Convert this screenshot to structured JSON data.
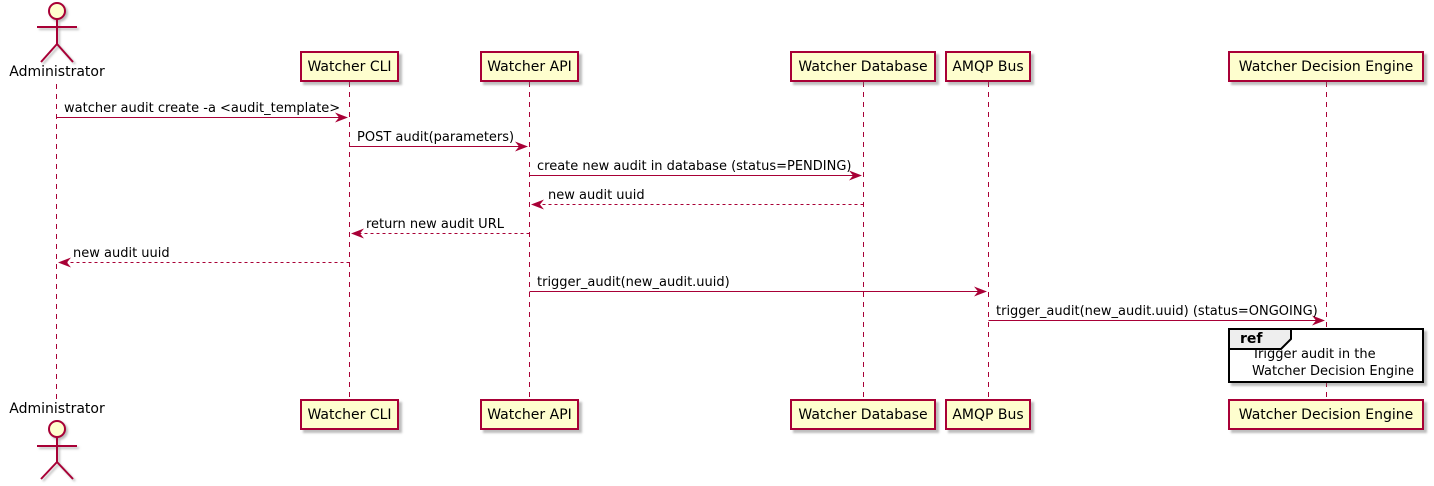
{
  "diagram": {
    "type": "sequence-diagram",
    "participants": [
      {
        "id": "administrator",
        "label": "Administrator",
        "kind": "actor"
      },
      {
        "id": "watcher-cli",
        "label": "Watcher CLI",
        "kind": "participant"
      },
      {
        "id": "watcher-api",
        "label": "Watcher API",
        "kind": "participant"
      },
      {
        "id": "watcher-database",
        "label": "Watcher Database",
        "kind": "participant"
      },
      {
        "id": "amqp-bus",
        "label": "AMQP Bus",
        "kind": "participant"
      },
      {
        "id": "watcher-decision-engine",
        "label": "Watcher Decision Engine",
        "kind": "participant"
      }
    ],
    "messages": [
      {
        "from": "Administrator",
        "to": "Watcher CLI",
        "label": "watcher audit create -a <audit_template>",
        "style": "solid"
      },
      {
        "from": "Watcher CLI",
        "to": "Watcher API",
        "label": "POST audit(parameters)",
        "style": "solid"
      },
      {
        "from": "Watcher API",
        "to": "Watcher Database",
        "label": "create new audit in database (status=PENDING)",
        "style": "solid"
      },
      {
        "from": "Watcher Database",
        "to": "Watcher API",
        "label": "new audit uuid",
        "style": "dashed"
      },
      {
        "from": "Watcher API",
        "to": "Watcher CLI",
        "label": "return new audit URL",
        "style": "dashed"
      },
      {
        "from": "Watcher CLI",
        "to": "Administrator",
        "label": "new audit uuid",
        "style": "dashed"
      },
      {
        "from": "Watcher API",
        "to": "AMQP Bus",
        "label": "trigger_audit(new_audit.uuid)",
        "style": "solid"
      },
      {
        "from": "AMQP Bus",
        "to": "Watcher Decision Engine",
        "label": "trigger_audit(new_audit.uuid) (status=ONGOING)",
        "style": "solid"
      }
    ],
    "ref": {
      "keyword": "ref",
      "lines": [
        "Trigger audit in the",
        "Watcher Decision Engine"
      ],
      "over": "Watcher Decision Engine"
    },
    "colors": {
      "participant_fill": "#FEFECE",
      "line_and_border": "#A80036",
      "text": "#000000",
      "ref_border": "#000000",
      "ref_tab_fill": "#EEEEEE",
      "background": "#FFFFFF"
    }
  }
}
